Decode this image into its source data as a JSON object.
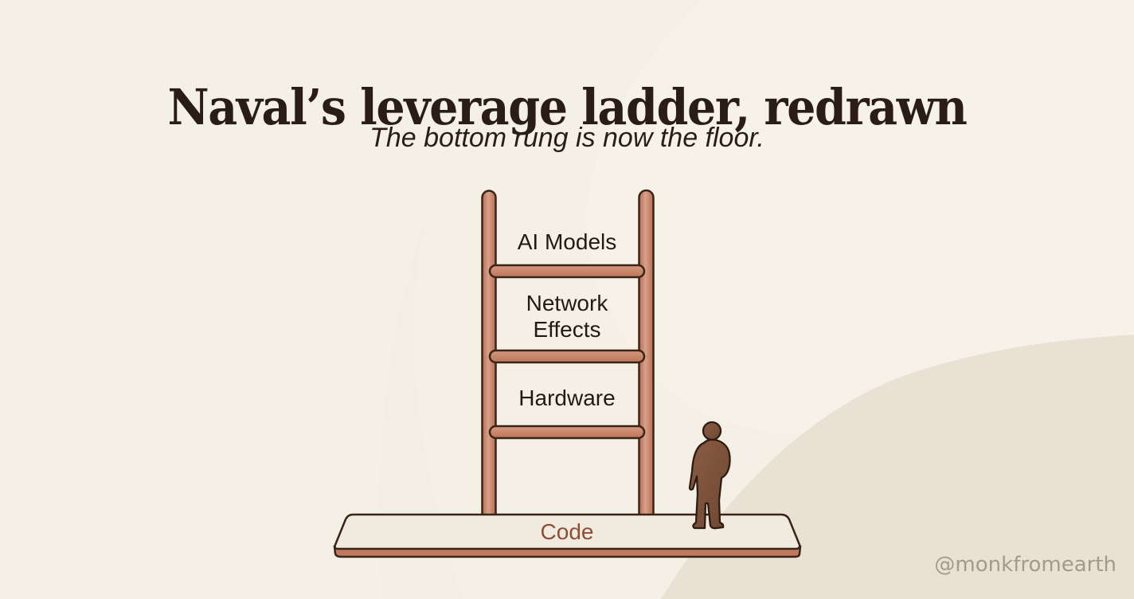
{
  "header": {
    "title": "Naval’s leverage ladder, redrawn",
    "subtitle": "The bottom rung is now the floor."
  },
  "ladder": {
    "rungs": [
      {
        "label_lines": [
          "AI Models"
        ]
      },
      {
        "label_lines": [
          "Network",
          "Effects"
        ]
      },
      {
        "label_lines": [
          "Hardware"
        ]
      }
    ],
    "floor_label": "Code"
  },
  "figure": {
    "icon": "person-icon",
    "description": "person standing on floor next to ladder"
  },
  "watermark": "@monkfromearth",
  "colors": {
    "background": "#F5F0E6",
    "background_shade": "#E9E1D3",
    "wood": "#C47E62",
    "wood_highlight": "#D9A088",
    "outline": "#3A2418",
    "platform_top": "#F1EADF",
    "person": "#7A5038",
    "code_text": "#8E4E36",
    "title_text": "#2A1D16",
    "watermark_text": "#A39A8E"
  }
}
